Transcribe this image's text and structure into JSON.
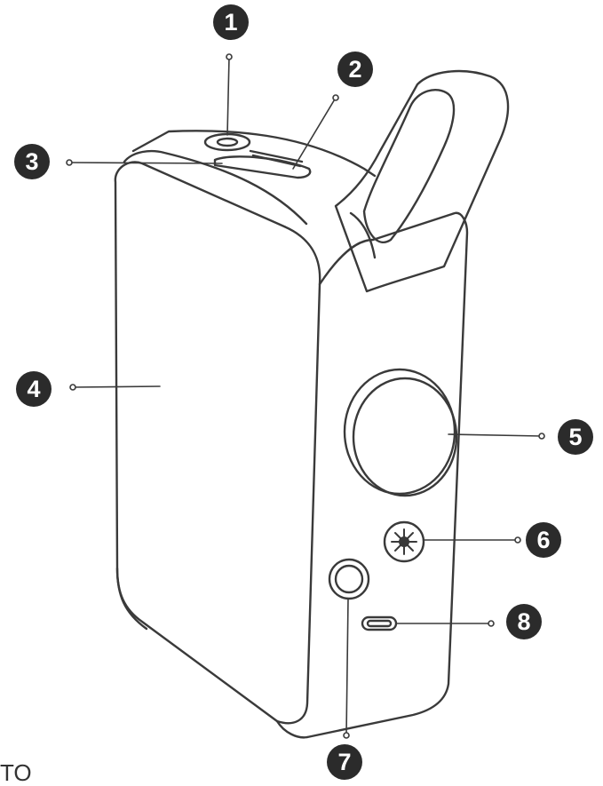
{
  "callouts": [
    {
      "id": 1,
      "label": "1"
    },
    {
      "id": 2,
      "label": "2"
    },
    {
      "id": 3,
      "label": "3"
    },
    {
      "id": 4,
      "label": "4"
    },
    {
      "id": 5,
      "label": "5"
    },
    {
      "id": 6,
      "label": "6"
    },
    {
      "id": 7,
      "label": "7"
    },
    {
      "id": 8,
      "label": "8"
    }
  ],
  "corner_mark": "TO",
  "colors": {
    "outline": "#3a3a3a",
    "badge": "#2b2b2b",
    "background": "#ffffff"
  },
  "icons": {
    "device": "portable-projector-illustration",
    "lens": "lens-circle",
    "sensor": "sun-burst-icon",
    "power": "power-button-circle",
    "port": "usb-c-port"
  }
}
